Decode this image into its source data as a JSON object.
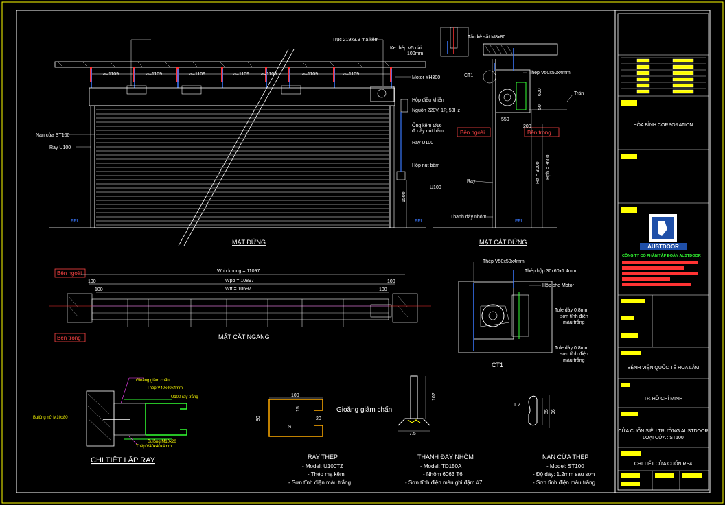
{
  "elevation": {
    "title": "MẶT ĐỨNG",
    "spans": [
      "a=1109",
      "a=1109",
      "a=1109",
      "a=1109",
      "a=1109",
      "a=1109",
      "a=1109"
    ],
    "labels": {
      "shaft": "Trục 219x3.9 mạ kẽm",
      "bracket": "Ke thép V5 dài 100mm",
      "motor": "Motor YH300",
      "control_box": "Hộp điều khiển",
      "power": "Nguồn 220V, 1P, 50Hz",
      "conduit": "Ống kẽm Ø16",
      "wire": "đi dây nút bấm",
      "rail_u100": "Ray U100",
      "button_box": "Hộp nút bấm",
      "slat": "Nan cửa ST100",
      "rail": "Ray U100",
      "h1500": "1500"
    }
  },
  "section": {
    "title": "MẶT CẮT ĐỨNG",
    "labels": {
      "bolt": "Tắc kê sắt M8x80",
      "steel": "Thép V50x50x4mm",
      "ceiling": "Trần",
      "ct1": "CT1",
      "outside": "Bên ngoài",
      "inside": "Bên trong",
      "d550": "550",
      "d200": "200",
      "d600": "600",
      "d50": "50",
      "htt": "Htt = 3000",
      "hpb": "Hpb = 3600",
      "u100": "U100",
      "ray": "Ray",
      "bottom": "Thanh đáy nhôm"
    }
  },
  "plan": {
    "title": "MẶT CẮT NGANG",
    "outside": "Bên ngoài",
    "inside": "Bên trong",
    "dims": [
      "Wpb khung = 11097",
      "Wpb = 10897",
      "Wtt = 10697"
    ],
    "side_dims": [
      "100",
      "100",
      "100",
      "100"
    ]
  },
  "ct1_detail": {
    "title": "CT1",
    "labels": {
      "steel": "Thép V50x50x4mm",
      "box": "Thép hộp 30x60x1.4mm",
      "cover": "Hộp che Motor",
      "tole1": "Tole dày 0.8mm sơn tĩnh điện màu trắng",
      "tole2": "Tole dày 0.8mm sơn tĩnh điện màu trắng"
    }
  },
  "rail_install": {
    "title": "CHI TIẾT LẮP RAY",
    "labels": {
      "a": "Gioăng giảm chấn",
      "b": "Thép V40x40x4mm",
      "c": "U100 ray trắng",
      "bolt": "Bulông nở M10x80",
      "d": "Bulông M10x20",
      "e": "Thép V40x40x4mm"
    }
  },
  "profiles": [
    {
      "title": "RAY THÉP",
      "lines": [
        "- Model: U100TZ",
        "- Thép mạ kẽm",
        "- Sơn tĩnh điện màu trắng"
      ],
      "dims": [
        "100",
        "80",
        "15",
        "20",
        "2"
      ]
    },
    {
      "title": "THANH ĐÁY NHÔM",
      "lines": [
        "- Model: TD150A",
        "- Nhôm 6063 T6",
        "- Sơn tĩnh điện màu ghi đậm #7"
      ],
      "dims": [
        "102",
        "7.5"
      ],
      "note": "Gioăng giảm chấn"
    },
    {
      "title": "NAN CỬA THÉP",
      "lines": [
        "- Model: ST100",
        "- Độ dày: 1.2mm sau sơn",
        "- Sơn tĩnh điện màu trắng"
      ],
      "dims": [
        "1.2",
        "85",
        "96"
      ]
    }
  ],
  "title_block": {
    "company": "HÒA BÌNH CORPORATION",
    "logo": "AUSTDOOR",
    "maker": "CÔNG TY CỔ PHẦN TẬP ĐOÀN AUSTDOOR",
    "project": "BỆNH VIỆN QUỐC TẾ HOA LÂM",
    "location": "TP. HỒ CHÍ MINH",
    "product": "CỬA CUỐN SIÊU TRƯỜNG AUSTDOOR",
    "type": "LOẠI CỬA : ST100",
    "drawing": "CHI TIẾT CỬA CUỐN RS4"
  }
}
